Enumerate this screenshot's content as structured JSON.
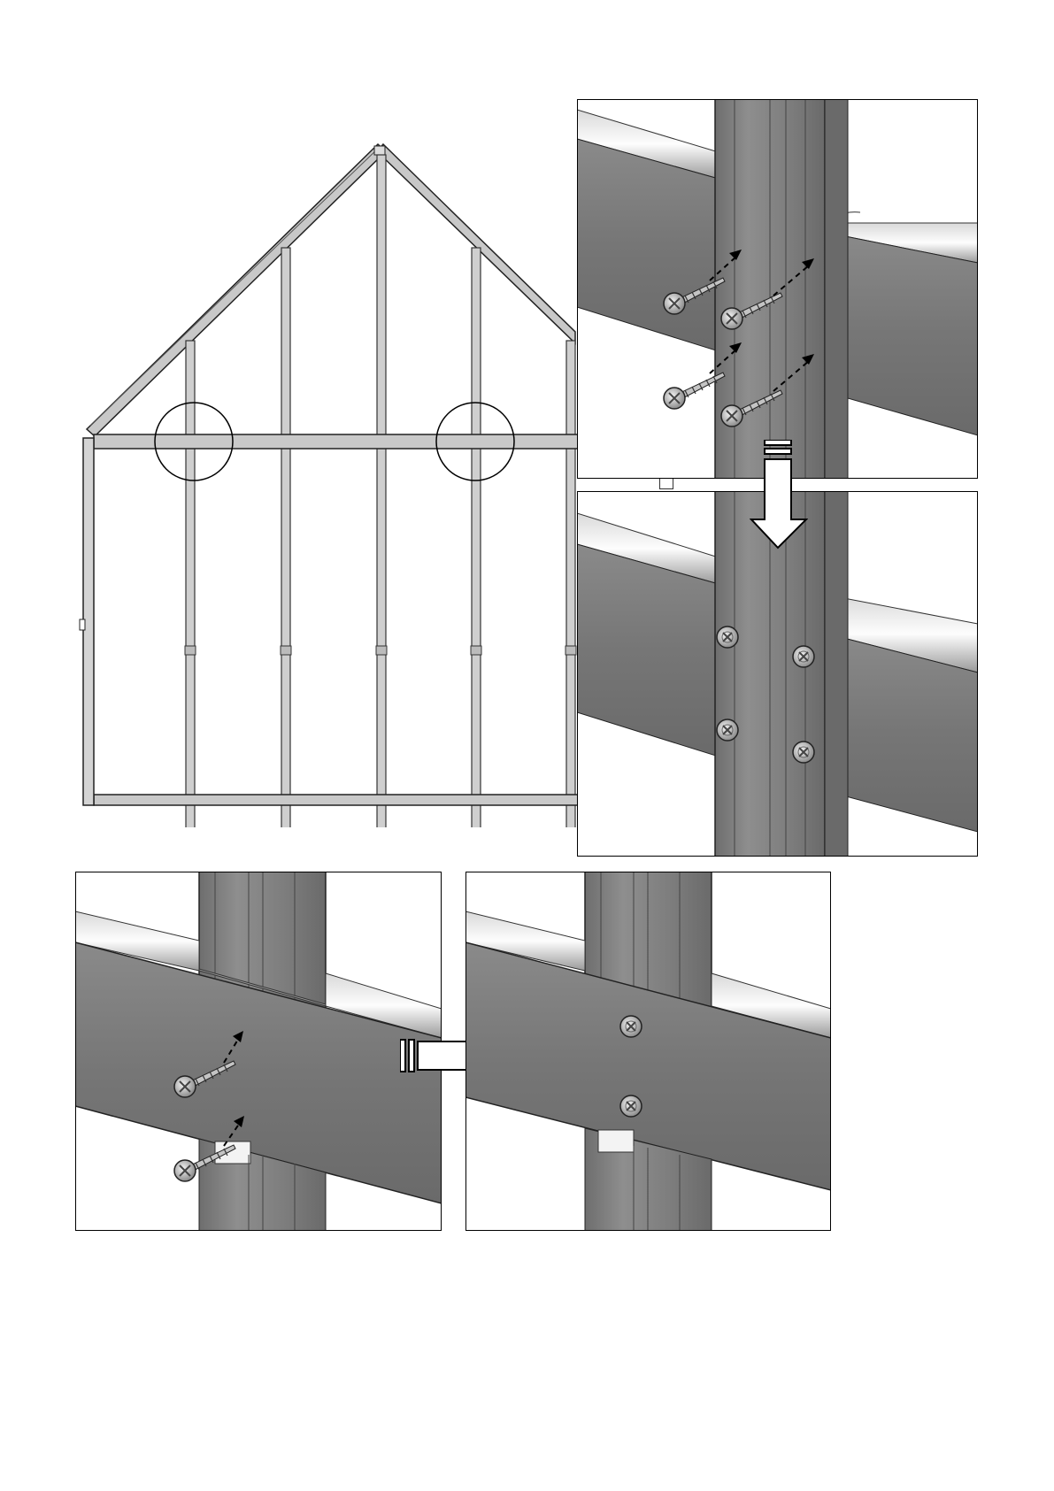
{
  "page": {
    "background": "#ffffff",
    "line_color": "#000000",
    "beam_color": "#7a7a7a",
    "beam_light": "#eeeeee",
    "post_color": "#828282"
  },
  "icons": {
    "eye": "eye-icon",
    "screw": "screw-icon",
    "arrow_down": "arrow-down-icon",
    "arrow_right": "arrow-right-icon"
  },
  "overview": {
    "detail_circles": 2,
    "post_count": 5
  },
  "panels": [
    {
      "name": "detail-top-before",
      "screws": 4,
      "state": "before"
    },
    {
      "name": "detail-top-after",
      "screws": 4,
      "state": "after"
    },
    {
      "name": "detail-bottom-before",
      "screws": 2,
      "state": "before"
    },
    {
      "name": "detail-bottom-after",
      "screws": 2,
      "state": "after"
    }
  ]
}
